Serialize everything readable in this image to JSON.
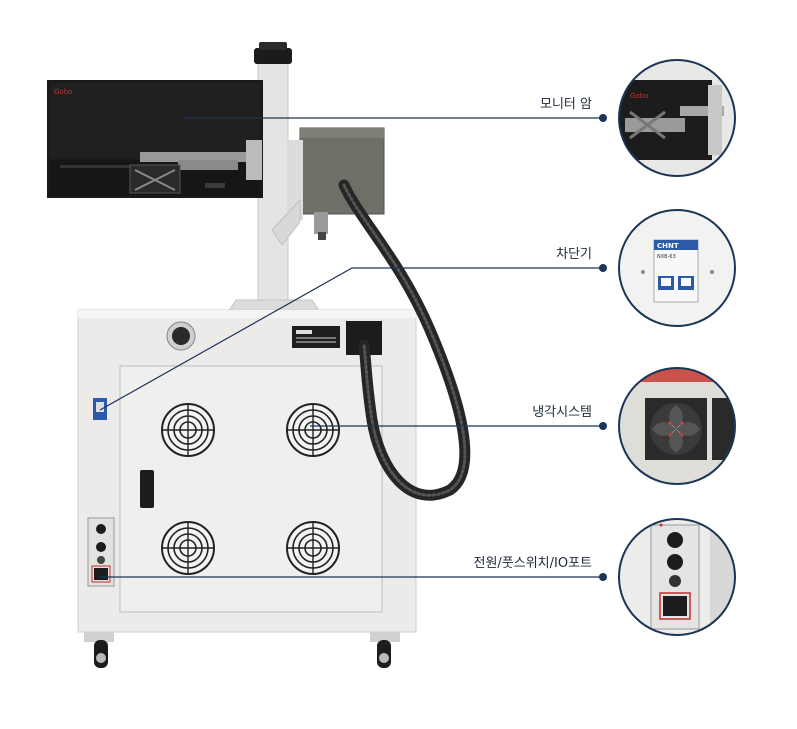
{
  "callouts": {
    "monitor_arm": "모니터 암",
    "breaker": "차단기",
    "cooling": "냉각시스템",
    "power": "전원/풋스위치/IO포트"
  },
  "monitor": {
    "brand": "Gobo"
  },
  "breaker_detail": {
    "brand": "CHNT",
    "model": "NXB-63"
  },
  "colors": {
    "line": "#1c3557",
    "dot": "#1c3557",
    "cabinet": "#eeeeec",
    "cable": "#2a2a2a"
  }
}
